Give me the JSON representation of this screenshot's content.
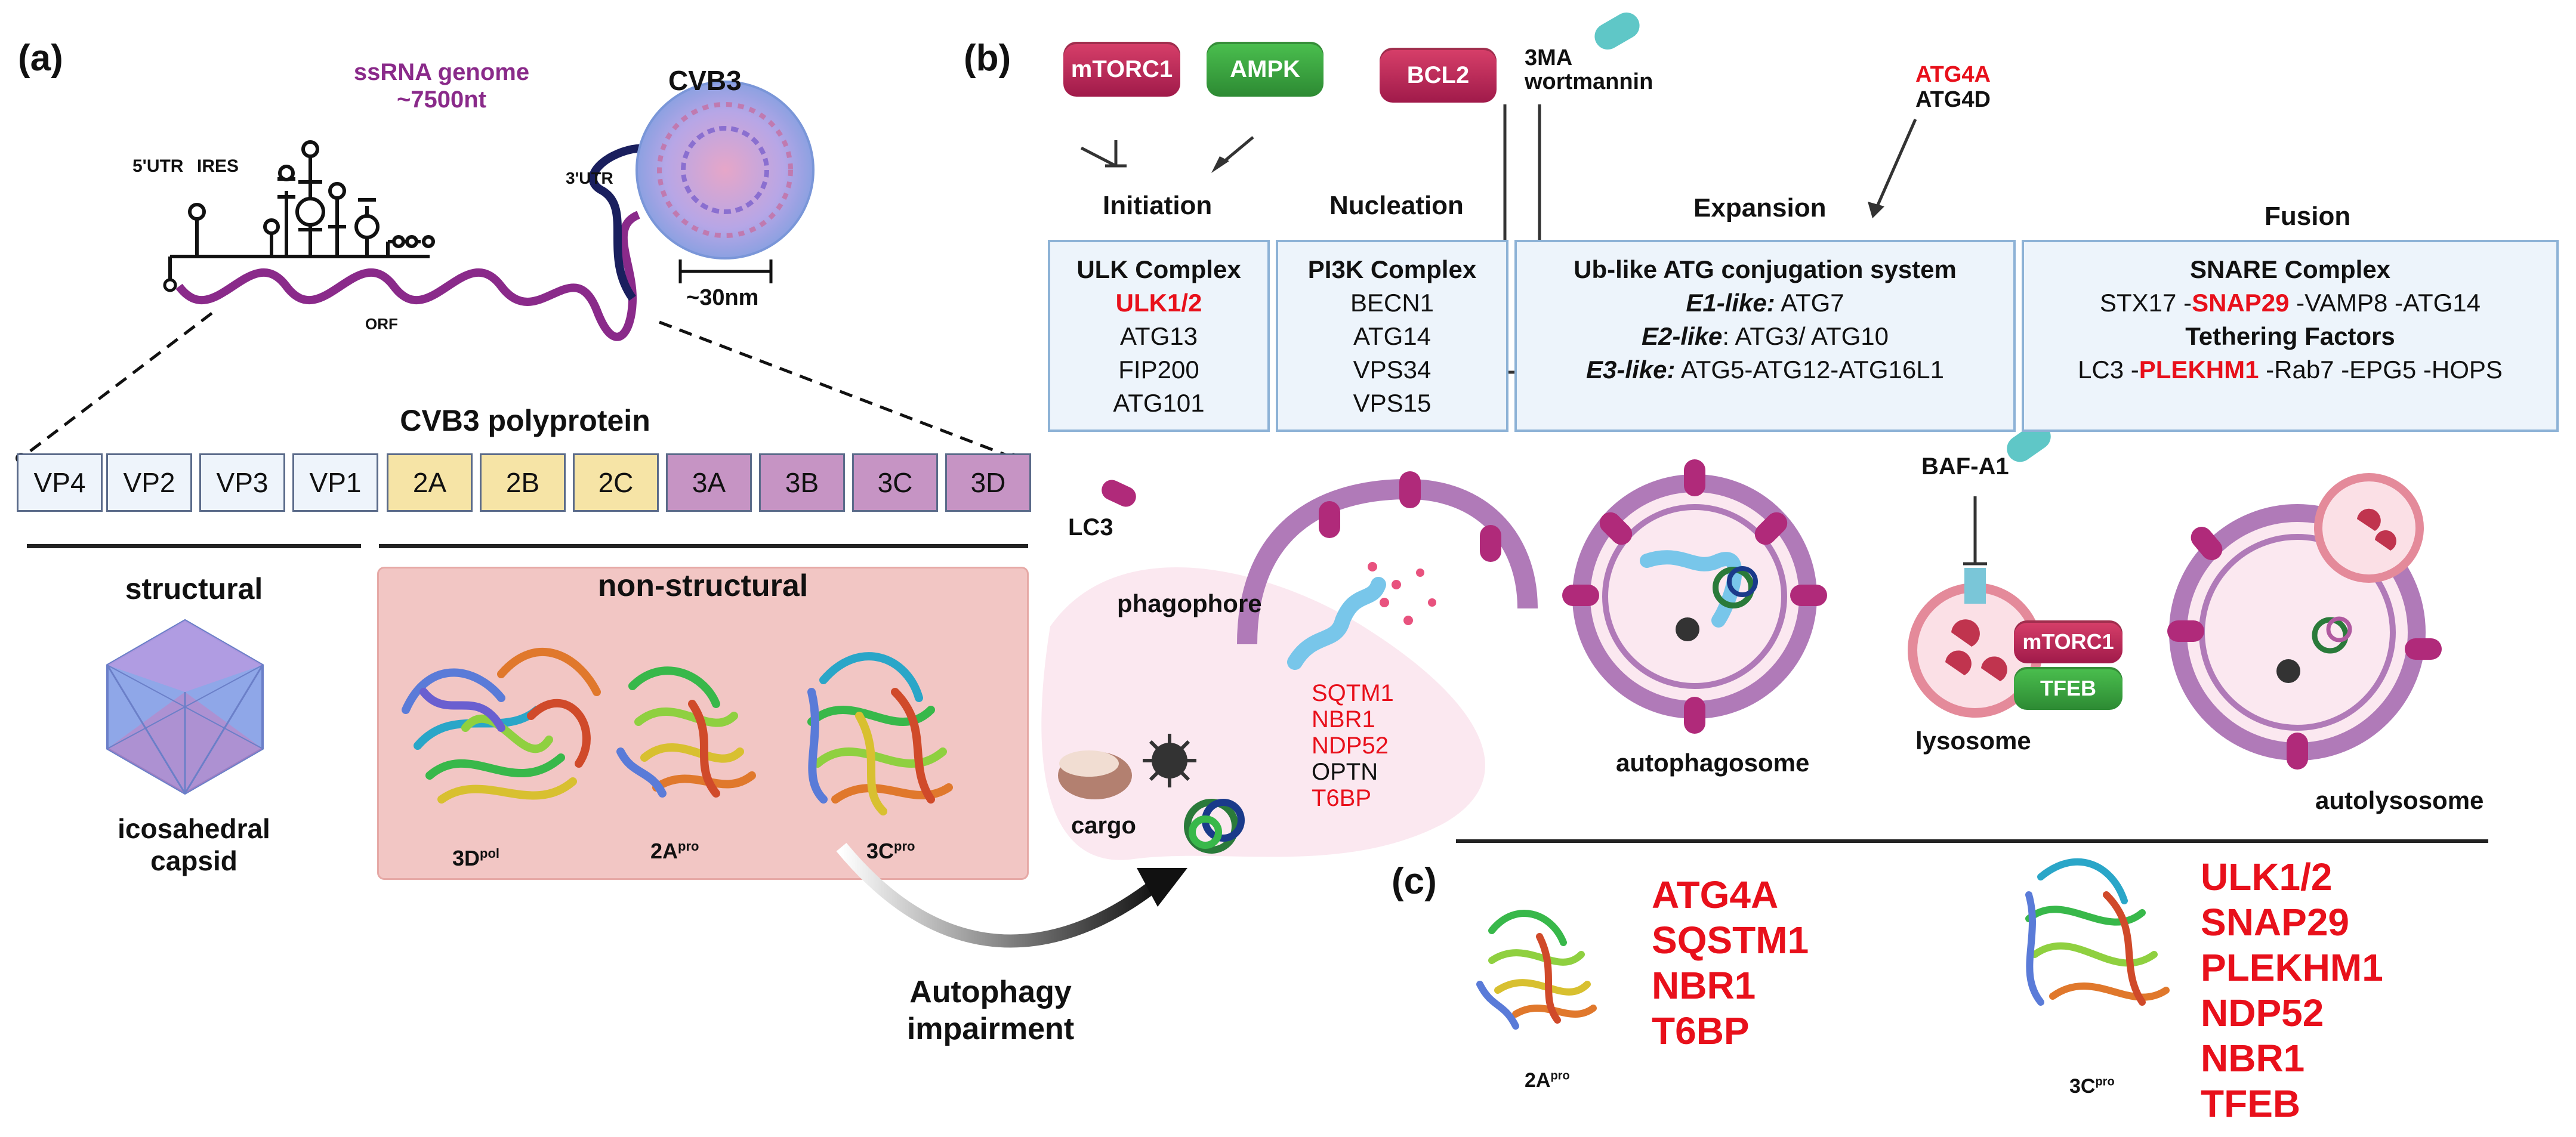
{
  "panel_labels": {
    "a": "(a)",
    "b": "(b)",
    "c": "(c)"
  },
  "genome": {
    "title_line1": "ssRNA genome",
    "title_line2": "~7500nt",
    "utr5": "5'UTR",
    "ires": "IRES",
    "utr3": "3'UTR",
    "orf": "ORF",
    "virus": "CVB3",
    "size": "~30nm"
  },
  "polyprotein": {
    "title": "CVB3 polyprotein",
    "segments": [
      "VP4",
      "VP2",
      "VP3",
      "VP1",
      "2A",
      "2B",
      "2C",
      "3A",
      "3B",
      "3C",
      "3D"
    ],
    "structural_label": "structural",
    "nonstructural_label": "non-structural",
    "capsid_line1": "icosahedral",
    "capsid_line2": "capsid",
    "proteins": [
      {
        "base": "3D",
        "sup": "pol"
      },
      {
        "base": "2A",
        "sup": "pro"
      },
      {
        "base": "3C",
        "sup": "pro"
      }
    ]
  },
  "autophagy_impairment": {
    "line1": "Autophagy",
    "line2": "impairment"
  },
  "regulators": {
    "mtorc1": "mTORC1",
    "ampk": "AMPK",
    "bcl2": "BCL2",
    "inhibitor1": "3MA",
    "inhibitor2": "wortmannin",
    "atg4a": "ATG4A",
    "atg4d": "ATG4D"
  },
  "stages": {
    "initiation": "Initiation",
    "nucleation": "Nucleation",
    "expansion": "Expansion",
    "fusion": "Fusion"
  },
  "ulk_box": {
    "title": "ULK Complex",
    "red_item": "ULK1/2",
    "items": [
      "ATG13",
      "FIP200",
      "ATG101"
    ]
  },
  "pi3k_box": {
    "title": "PI3K Complex",
    "items": [
      "BECN1",
      "ATG14",
      "VPS34",
      "VPS15"
    ]
  },
  "ubl_box": {
    "title": "Ub-like ATG conjugation system",
    "rows": [
      {
        "label": "E1-like:",
        "value": " ATG7"
      },
      {
        "label": "E2-like",
        "value": ": ATG3/ ATG10"
      },
      {
        "label": "E3-like:",
        "value": " ATG5-ATG12-ATG16L1"
      }
    ]
  },
  "fusion_box": {
    "snare_title": "SNARE Complex",
    "snare_parts": {
      "a": "STX17 -",
      "red": "SNAP29",
      "b": " -VAMP8 -ATG14"
    },
    "tether_title": "Tethering Factors",
    "tether_parts": {
      "a": "LC3 -",
      "red": "PLEKHM1",
      "b": " -Rab7 -EPG5 -HOPS"
    }
  },
  "cells": {
    "lc3": "LC3",
    "phagophore": "phagophore",
    "receptors": [
      {
        "name": "SQTM1",
        "red": true
      },
      {
        "name": "NBR1",
        "red": true
      },
      {
        "name": "NDP52",
        "red": true
      },
      {
        "name": "OPTN",
        "red": false
      },
      {
        "name": "T6BP",
        "red": true
      }
    ],
    "cargo": "cargo",
    "autophagosome": "autophagosome",
    "baf": "BAF-A1",
    "lysosome": "lysosome",
    "mtorc1": "mTORC1",
    "tfeb": "TFEB",
    "autolysosome": "autolysosome"
  },
  "panel_c": {
    "pro2a": {
      "base": "2A",
      "sup": "pro"
    },
    "pro3c": {
      "base": "3C",
      "sup": "pro"
    },
    "targets_2a": [
      "ATG4A",
      "SQSTM1",
      "NBR1",
      "T6BP"
    ],
    "targets_3c": [
      "ULK1/2",
      "SNAP29",
      "PLEKHM1",
      "NDP52",
      "NBR1",
      "TFEB"
    ]
  },
  "colors": {
    "purple_rna": "#8a2a8a",
    "red_target": "#e8101b",
    "box_fill": "#edf4fb",
    "box_border": "#8db2d6",
    "nonstructural_bg": "#f2c6c4"
  }
}
